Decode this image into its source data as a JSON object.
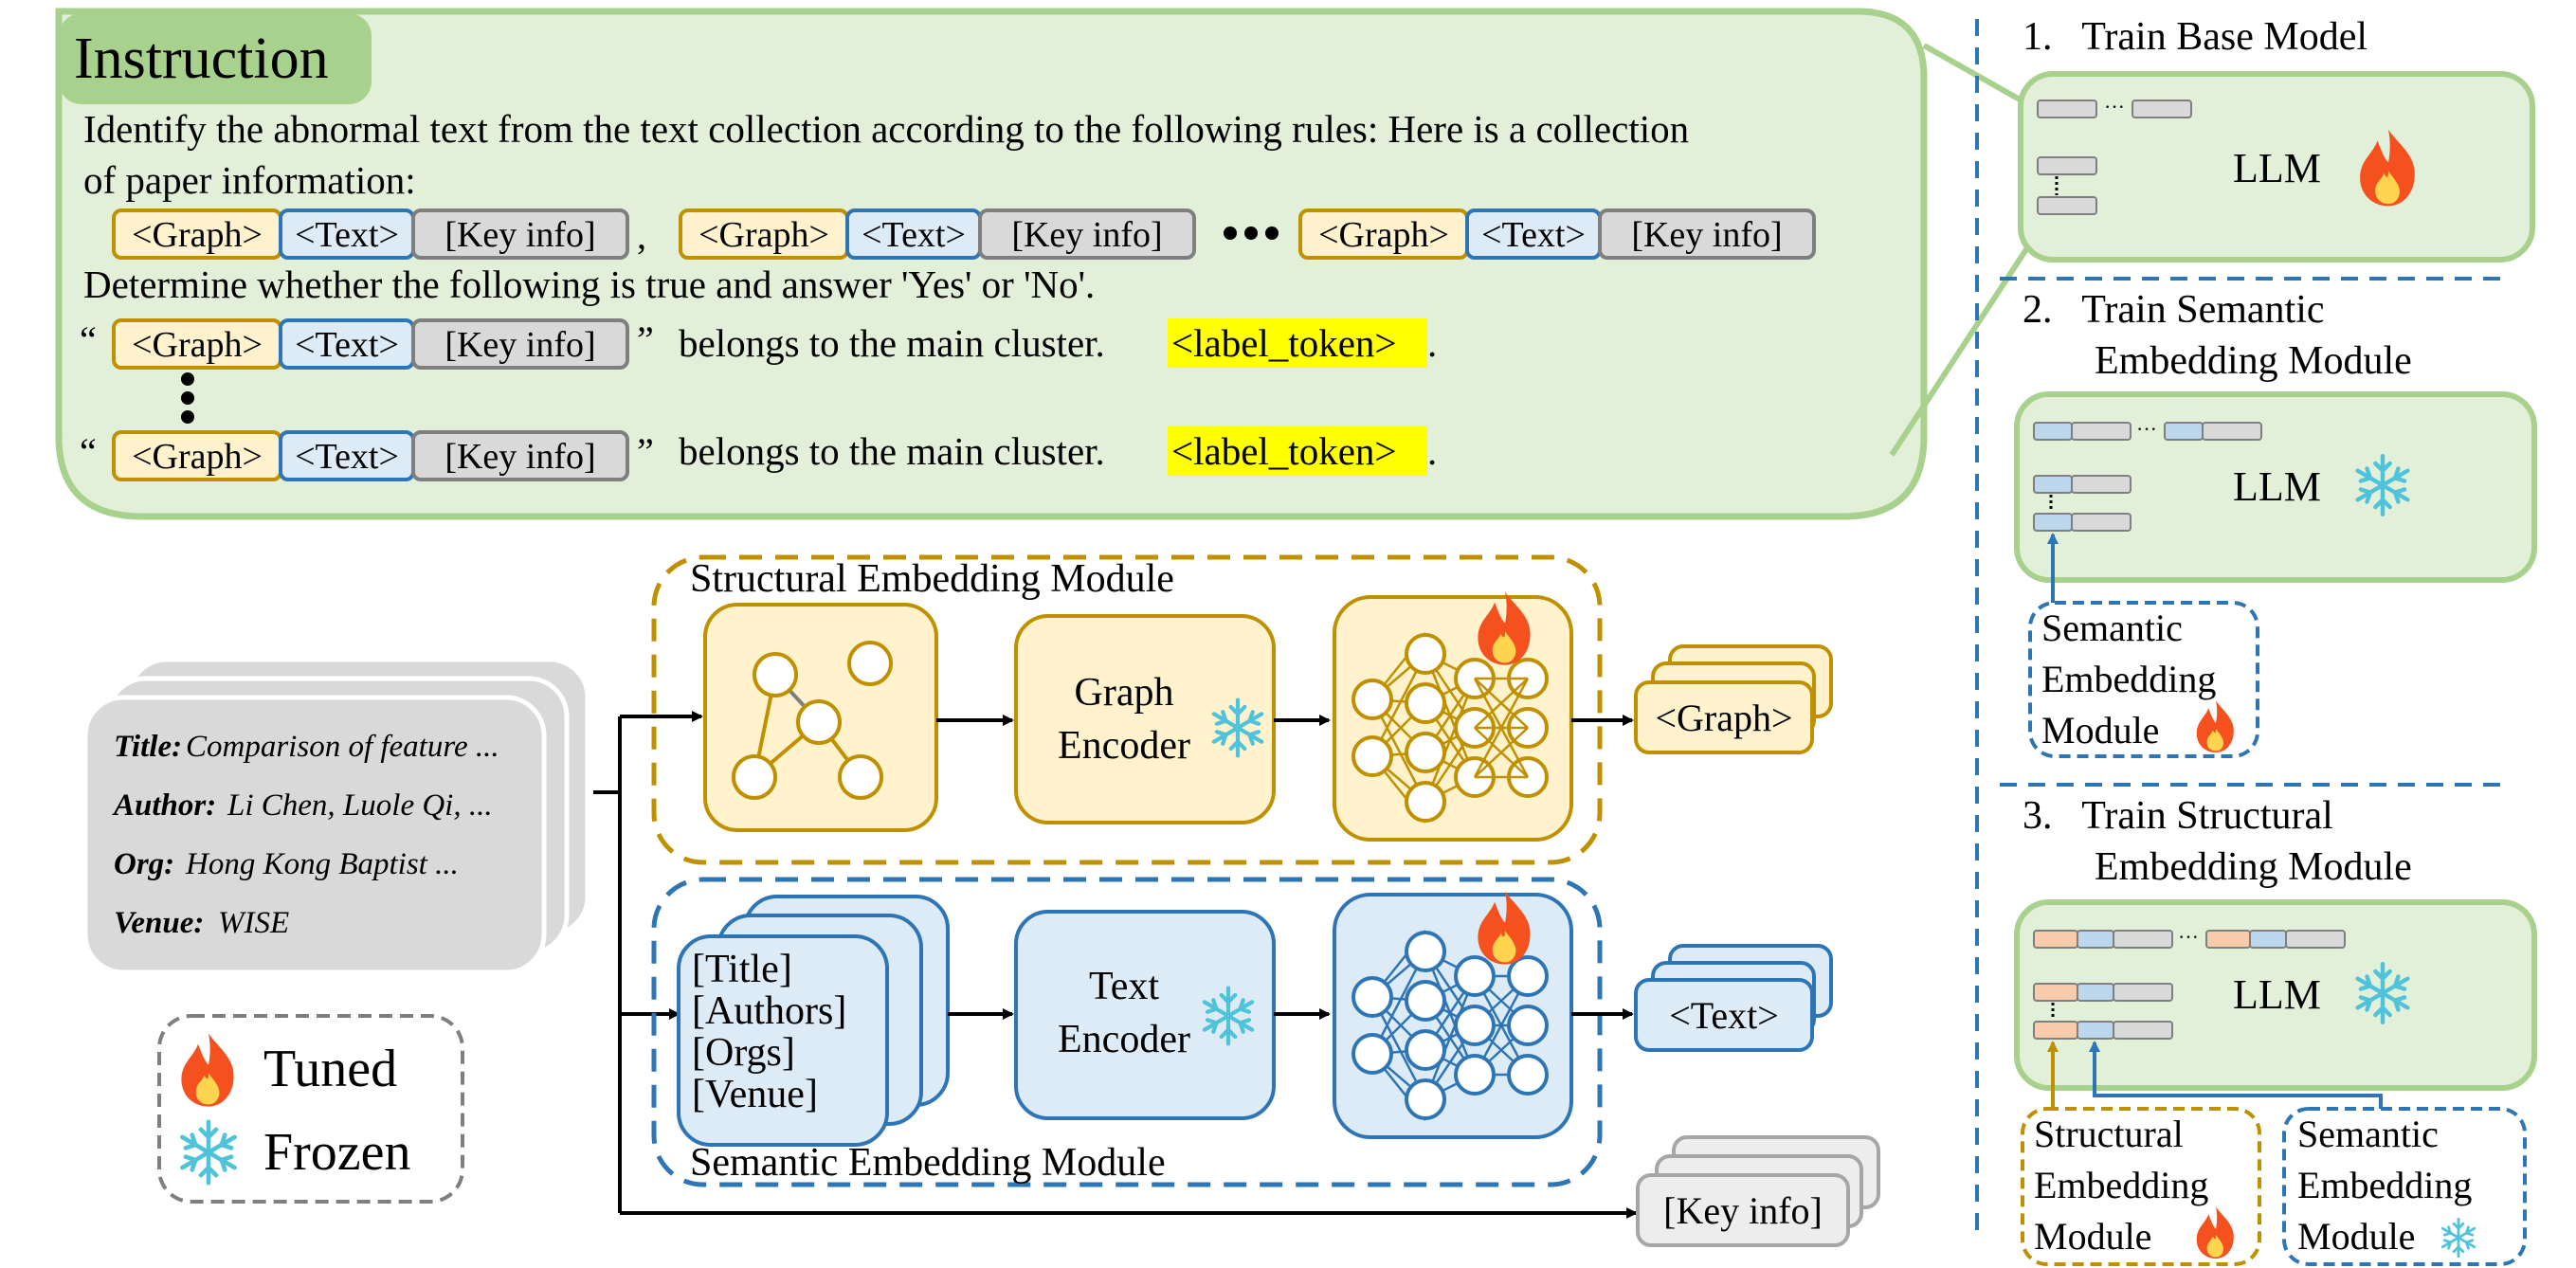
{
  "instruction": {
    "title": "Instruction",
    "line1": "Identify the abnormal text from the text collection according to the following rules: Here is a collection",
    "line2": "of paper information:",
    "line3": "Determine whether the following is true and answer 'Yes' or 'No'.",
    "comma": ",",
    "open_quote": "“",
    "close_quote": "”",
    "belongs": "belongs to the main cluster.",
    "label_token": "<label_token>",
    "period": "."
  },
  "tokens": {
    "graph": "<Graph>",
    "text": "<Text>",
    "key": "[Key info]"
  },
  "paper_card": {
    "title_key": "Title:",
    "title_val": "Comparison of feature ...",
    "author_key": "Author:",
    "author_val": "Li Chen, Luole Qi, ...",
    "org_key": "Org:",
    "org_val": "Hong Kong Baptist ...",
    "venue_key": "Venue:",
    "venue_val": "WISE"
  },
  "legend": {
    "tuned": "Tuned",
    "frozen": "Frozen"
  },
  "structural_module": {
    "label": "Structural Embedding Module",
    "encoder_line1": "Graph",
    "encoder_line2": "Encoder",
    "output": "<Graph>"
  },
  "semantic_module": {
    "label": "Semantic Embedding Module",
    "fields": [
      "[Title]",
      "[Authors]",
      "[Orgs]",
      "[Venue]"
    ],
    "encoder_line1": "Text",
    "encoder_line2": "Encoder",
    "output": "<Text>"
  },
  "key_output": "[Key info]",
  "stages": {
    "s1_title": "1.   Train Base Model",
    "s2_title_1": "2.   Train Semantic",
    "s2_title_2": "Embedding Module",
    "s3_title_1": "3.   Train Structural",
    "s3_title_2": "Embedding Module",
    "llm": "LLM",
    "sem_box": [
      "Semantic",
      "Embedding",
      "Module"
    ],
    "str_box": [
      "Structural",
      "Embedding",
      "Module"
    ]
  },
  "colors": {
    "green_fill": "#e2efd9",
    "green_stroke": "#a9d18e",
    "yellow_fill": "#fff2cc",
    "yellow_stroke": "#bf9000",
    "blue_fill": "#ddebf7",
    "blue_stroke": "#2e75b6",
    "gray_fill": "#d9d9d9",
    "gray_stroke": "#7f7f7f",
    "orange_fill": "#f8cbad",
    "highlight": "#ffff00",
    "flame": "#f4511e",
    "snowflake": "#4fc3d9"
  }
}
